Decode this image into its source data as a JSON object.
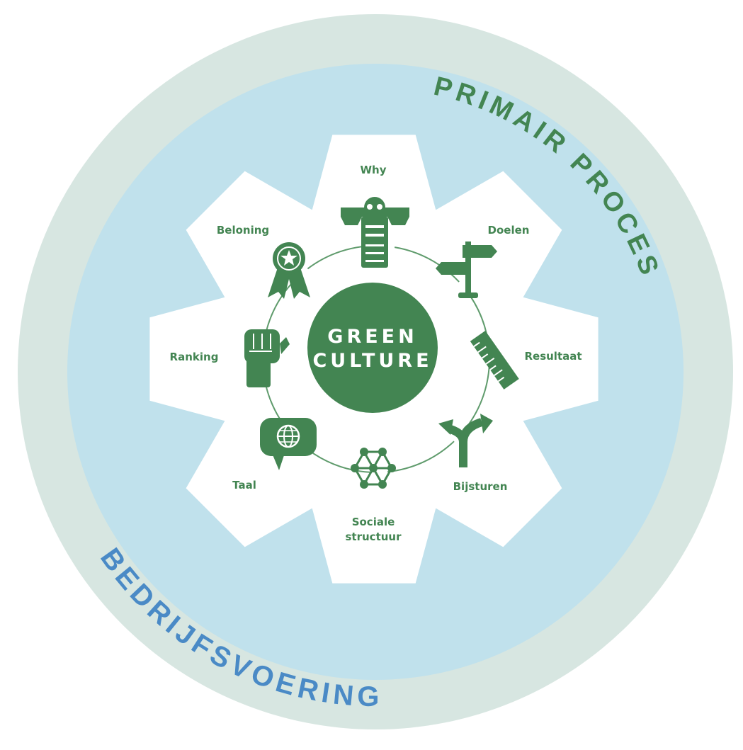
{
  "colors": {
    "outer_ring": "#d7e6e1",
    "inner_disc": "#c0e1ec",
    "gear": "#ffffff",
    "green": "#438552",
    "blue": "#4a8ac6",
    "connector": "#5f9b6c"
  },
  "outer_ring": {
    "top_text": "PRIMAIR PROCES",
    "bottom_text": "BEDRIJFSVOERING"
  },
  "center": {
    "line1": "GREEN",
    "line2": "CULTURE"
  },
  "segments": [
    {
      "label": "Why",
      "icon": "totem-icon"
    },
    {
      "label": "Doelen",
      "icon": "signpost-icon"
    },
    {
      "label": "Resultaat",
      "icon": "ruler-icon"
    },
    {
      "label": "Bijsturen",
      "icon": "split-arrow-icon"
    },
    {
      "label": "Sociale",
      "label2": "structuur",
      "icon": "network-icon"
    },
    {
      "label": "Taal",
      "icon": "speech-globe-icon"
    },
    {
      "label": "Ranking",
      "icon": "fist-icon"
    },
    {
      "label": "Beloning",
      "icon": "award-ribbon-icon"
    }
  ]
}
